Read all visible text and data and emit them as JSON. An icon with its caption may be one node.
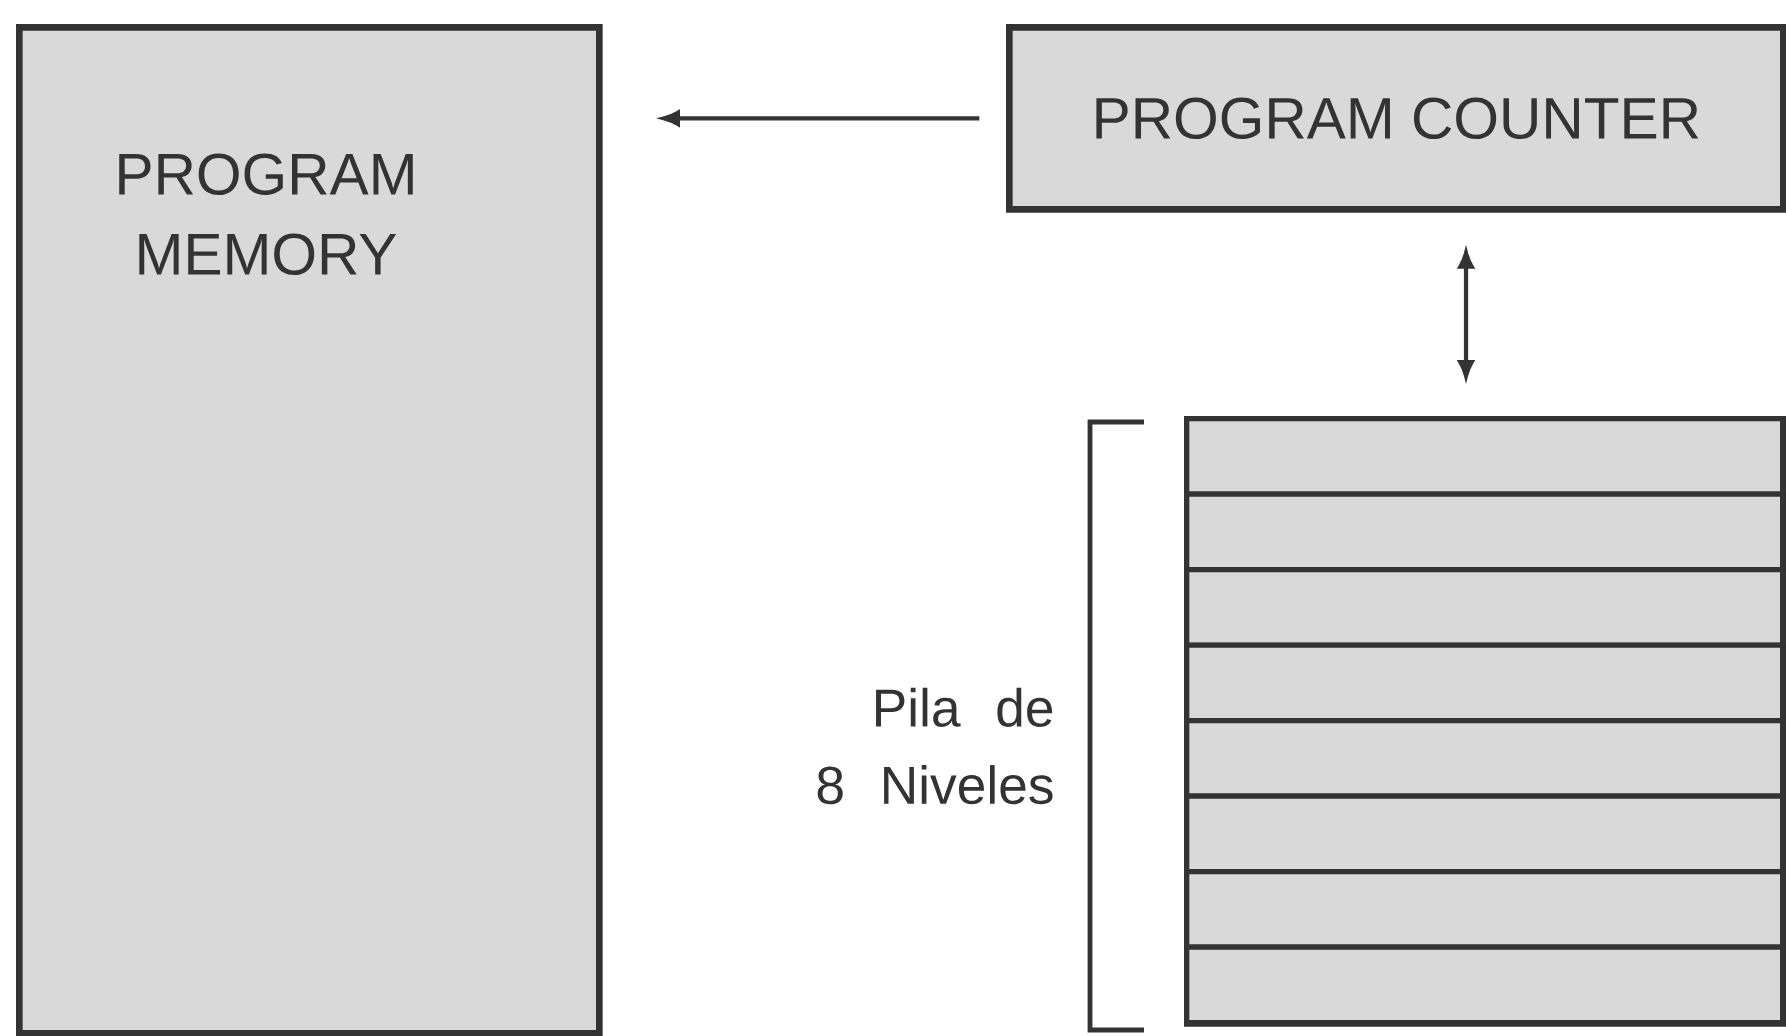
{
  "diagram": {
    "nodes": [
      {
        "text": [
          "PROGRAM MEMORY"
        ]
      },
      {
        "text": [
          "PROGRAM COUNTER"
        ]
      },
      {
        "text": [],
        "shape": "box",
        "beside": [
          "Pila de 8 Niveles"
        ]
      },
      {
        "text": [],
        "shape": "bar",
        "in": 2
      },
      {
        "text": [],
        "shape": "bar",
        "in": 2
      },
      {
        "text": [],
        "shape": "bar",
        "in": 2
      },
      {
        "text": [],
        "shape": "bar",
        "in": 2
      },
      {
        "text": [],
        "shape": "bar",
        "in": 2
      },
      {
        "text": [],
        "shape": "bar",
        "in": 2
      },
      {
        "text": [],
        "shape": "bar",
        "in": 2
      },
      {
        "text": [],
        "shape": "bar",
        "in": 2
      }
    ],
    "edges": [
      {
        "from": 1,
        "to": 0,
        "arrow": "to"
      },
      {
        "from": 1,
        "to": 2,
        "arrow": "both"
      }
    ]
  }
}
